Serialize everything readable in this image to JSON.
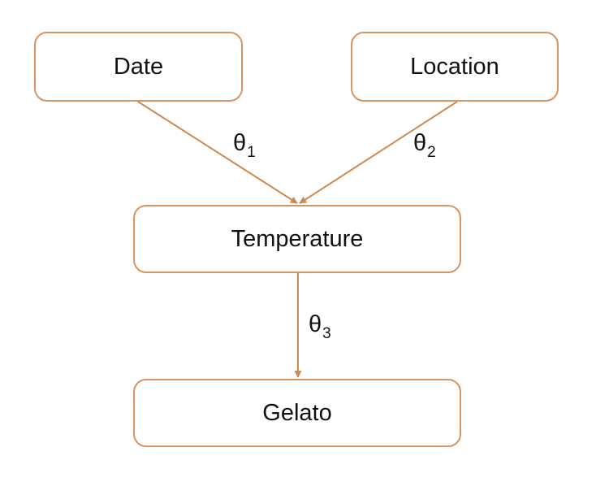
{
  "colors": {
    "node_border": "#d9935f",
    "edge": "#cc8a52",
    "text": "#111111",
    "background": "#ffffff"
  },
  "nodes": {
    "date": {
      "label": "Date"
    },
    "location": {
      "label": "Location"
    },
    "temperature": {
      "label": "Temperature"
    },
    "gelato": {
      "label": "Gelato"
    }
  },
  "edges": [
    {
      "from": "date",
      "to": "temperature",
      "symbol": "θ",
      "index": "1"
    },
    {
      "from": "location",
      "to": "temperature",
      "symbol": "θ",
      "index": "2"
    },
    {
      "from": "temperature",
      "to": "gelato",
      "symbol": "θ",
      "index": "3"
    }
  ]
}
